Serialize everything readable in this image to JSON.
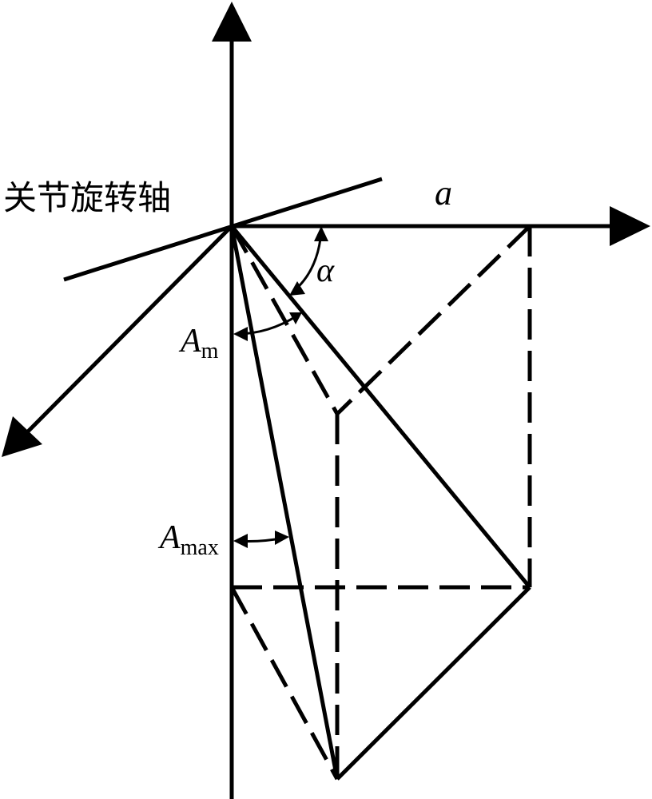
{
  "labels": {
    "joint_axis": "关节旋转轴",
    "a": "a",
    "alpha": "α",
    "am_main": "A",
    "am_sub": "m",
    "amax_main": "A",
    "amax_sub": "max"
  }
}
